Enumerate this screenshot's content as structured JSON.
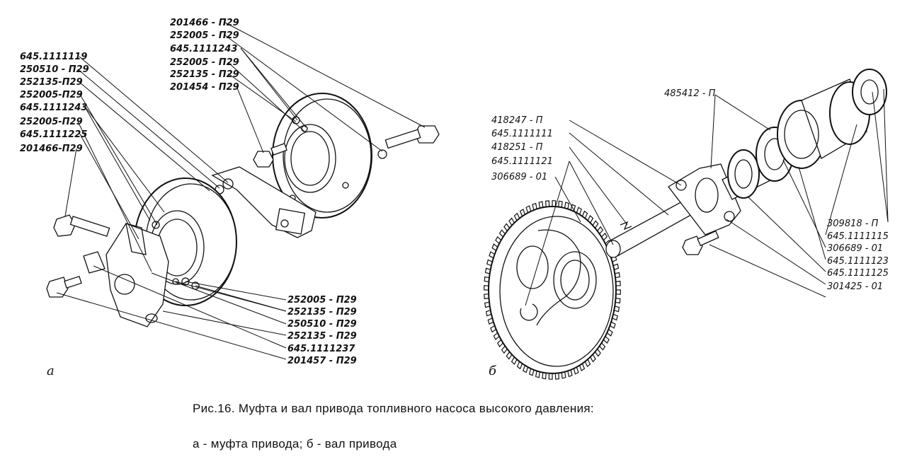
{
  "figure_a": {
    "subfigure_label": "а",
    "callouts_left": [
      "645.1111119",
      "250510 - П29",
      "252135-П29",
      "252005-П29",
      "645.1111243",
      "252005-П29",
      "645.1111225",
      "201466-П29"
    ],
    "callouts_top": [
      "201466 - П29",
      "252005 - П29",
      "645.1111243",
      "252005 - П29",
      "252135 - П29",
      "201454 - П29"
    ],
    "callouts_bottom": [
      "252005 - П29",
      "252135 - П29",
      "250510 - П29",
      "252135 - П29",
      "645.1111237",
      "201457 - П29"
    ]
  },
  "figure_b": {
    "subfigure_label": "б",
    "callouts_left": [
      "418247 - П",
      "645.1111111",
      "418251 - П",
      "645.1111121",
      "306689 - 01"
    ],
    "callout_top": "485412 - П",
    "callouts_right": [
      "309818 - П",
      "645.1111115",
      "306689 - 01",
      "645.1111123",
      "645.1111125",
      "301425 - 01"
    ]
  },
  "caption": {
    "title": "Рис.16. Муфта и вал привода топливного насоса высокого давления:",
    "subtitle": "а - муфта привода; б - вал привода"
  }
}
